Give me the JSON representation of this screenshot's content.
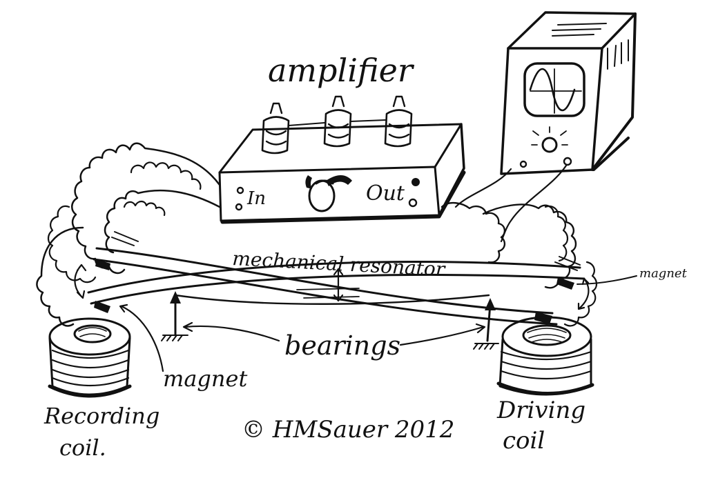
{
  "labels": {
    "amplifier": "amplifier",
    "in": "In",
    "out": "Out",
    "mechanical_resonator": "mechanical resonator",
    "magnet_right": "magnet",
    "magnet_left": "magnet",
    "bearings": "bearings",
    "recording_coil_line1": "Recording",
    "recording_coil_line2": "coil.",
    "driving_coil_line1": "Driving",
    "driving_coil_line2": "coil",
    "copyright": "© HMSauer 2012"
  },
  "colors": {
    "ink": "#111111",
    "background": "#ffffff"
  }
}
